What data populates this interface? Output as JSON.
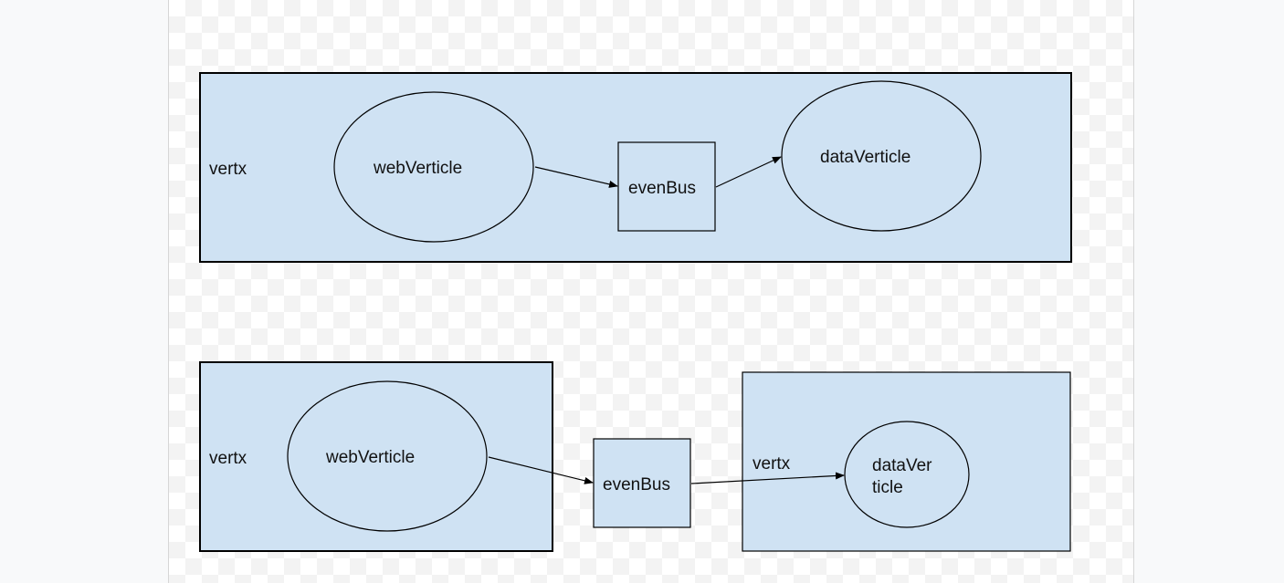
{
  "diagram": {
    "top": {
      "container_label": "vertx",
      "web_node_label": "webVerticle",
      "bus_node_label": "evenBus",
      "data_node_label": "dataVerticle"
    },
    "bottom": {
      "left_container_label": "vertx",
      "web_node_label": "webVerticle",
      "bus_node_label": "evenBus",
      "right_container_label": "vertx",
      "data_node_label_line1": "dataVer",
      "data_node_label_line2": "ticle"
    },
    "colors": {
      "container_fill": "#cfe2f3",
      "stroke": "#000000",
      "canvas_background": "#ffffff",
      "page_background": "#f8f9fa"
    }
  }
}
